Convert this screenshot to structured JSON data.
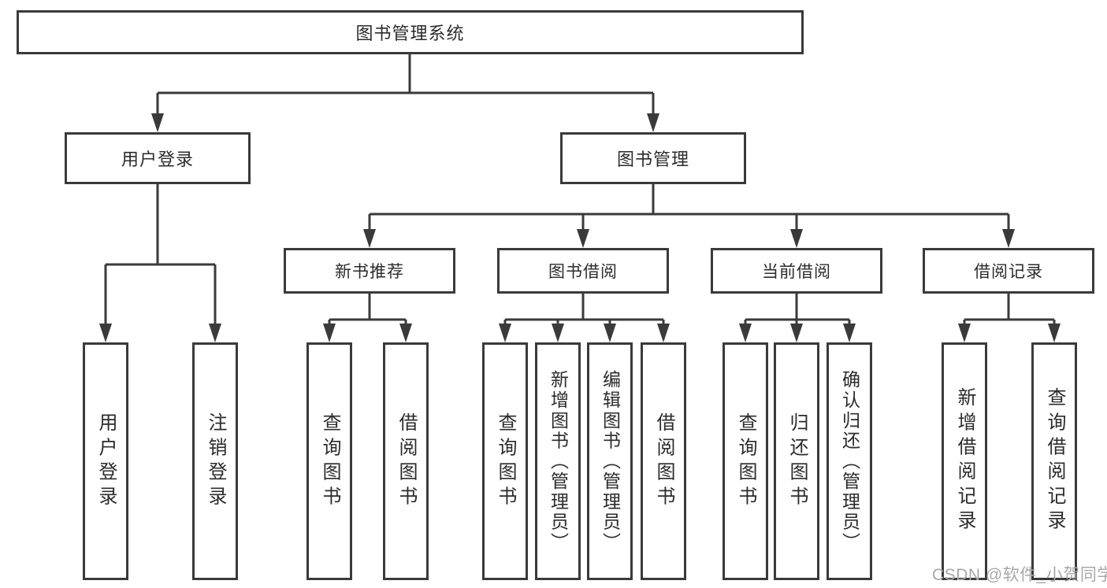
{
  "tree": {
    "label": "图书管理系统",
    "children": [
      {
        "label": "用户登录",
        "children": [
          {
            "label": "用户登录"
          },
          {
            "label": "注销登录"
          }
        ]
      },
      {
        "label": "图书管理",
        "children": [
          {
            "label": "新书推荐",
            "children": [
              {
                "label": "查询图书"
              },
              {
                "label": "借阅图书"
              }
            ]
          },
          {
            "label": "图书借阅",
            "children": [
              {
                "label": "查询图书"
              },
              {
                "label": "新增图书（管理员）"
              },
              {
                "label": "编辑图书（管理员）"
              },
              {
                "label": "借阅图书"
              }
            ]
          },
          {
            "label": "当前借阅",
            "children": [
              {
                "label": "查询图书"
              },
              {
                "label": "归还图书"
              },
              {
                "label": "确认归还（管理员）"
              }
            ]
          },
          {
            "label": "借阅记录",
            "children": [
              {
                "label": "新增借阅记录"
              },
              {
                "label": "查询借阅记录"
              }
            ]
          }
        ]
      }
    ]
  },
  "watermark": {
    "text": "CSDN @软件_小贺同学"
  },
  "colors": {
    "line": "#3a3a3a",
    "box_border": "#3a3a3a",
    "box_fill": "#ffffff",
    "text": "#2b2b2b",
    "watermark": "#a8a8ac"
  }
}
